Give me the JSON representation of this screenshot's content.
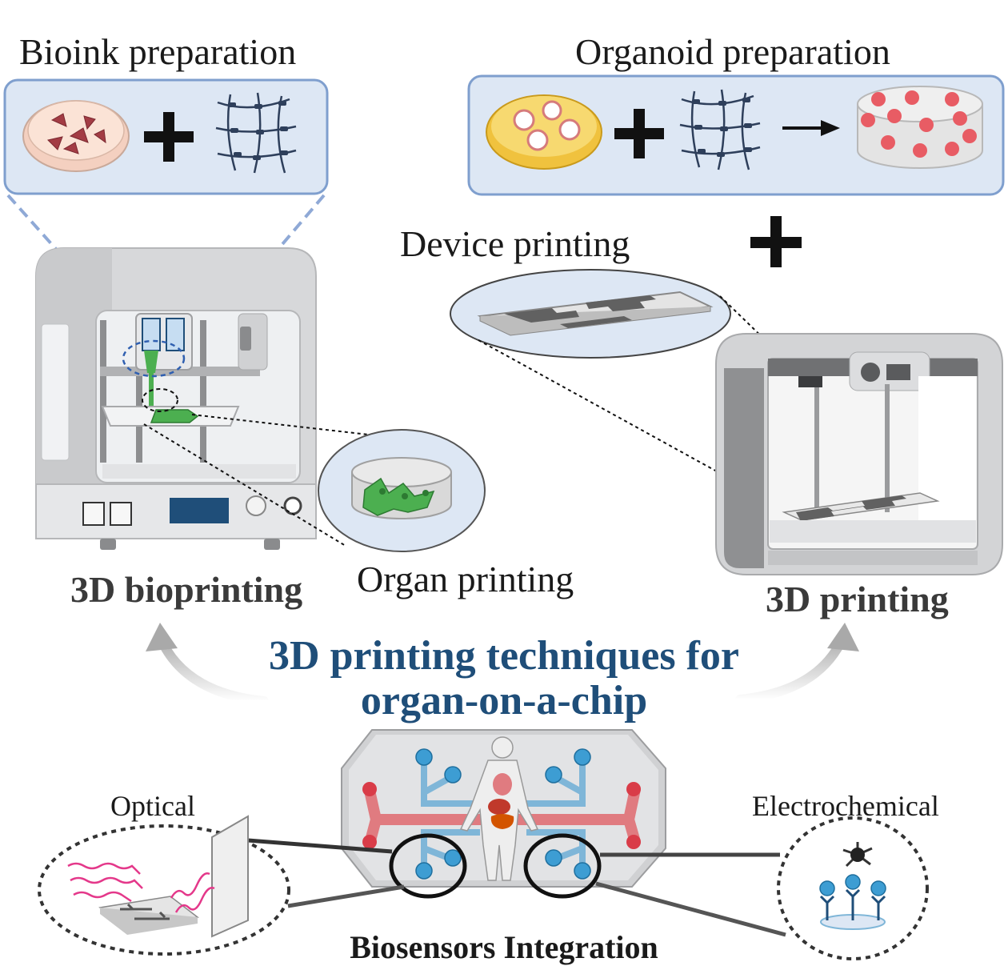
{
  "labels": {
    "bioink_preparation": "Bioink preparation",
    "organoid_preparation": "Organoid preparation",
    "device_printing": "Device printing",
    "bioprinting_3d": "3D bioprinting",
    "organ_printing": "Organ printing",
    "printing_3d": "3D printing",
    "title_line1": "3D printing techniques for",
    "title_line2": "organ-on-a-chip",
    "optical": "Optical",
    "electrochemical": "Electrochemical",
    "biosensors_integration": "Biosensors Integration"
  },
  "colors": {
    "title": "#1f4e79",
    "panel_fill": "#dde7f4",
    "panel_stroke": "#7f9fce",
    "printer_body": "#d7d8da",
    "cell_red": "#a33c44",
    "organoid_red": "#e06a6a",
    "printed_green": "#4caf50",
    "channel_red": "#e07b80",
    "channel_blue": "#7fb6d8",
    "sensor_blue": "#3d9dd3",
    "arrow_gray": "#b3b3b3"
  }
}
